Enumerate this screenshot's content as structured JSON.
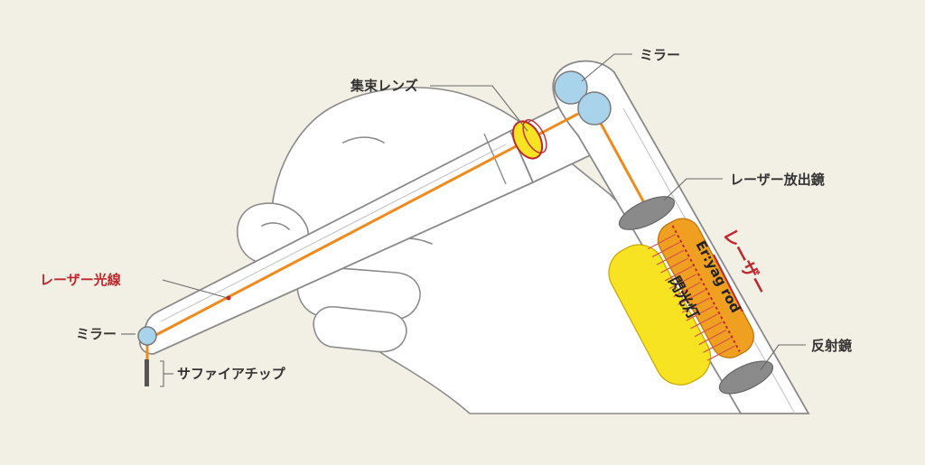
{
  "labels": {
    "mirror_top": "ミラー",
    "condenser_lens": "集束レンズ",
    "laser_output_mirror": "レーザー放出鏡",
    "laser_beam": "レーザー光線",
    "mirror_tip": "ミラー",
    "sapphire_tip": "サファイアチップ",
    "reflector": "反射鏡",
    "laser_vertical": "レーザー",
    "rod": "Er:yag rod",
    "flash_lamp": "閃光灯"
  },
  "colors": {
    "background": "#f2efe4",
    "laser": "#f08a1c",
    "laser_label": "#c0272d",
    "lamp": "#f7e321",
    "rod": "#f0a020",
    "mirror_blue": "#a9d3ea",
    "mirror_gray": "#8a8a8a"
  }
}
